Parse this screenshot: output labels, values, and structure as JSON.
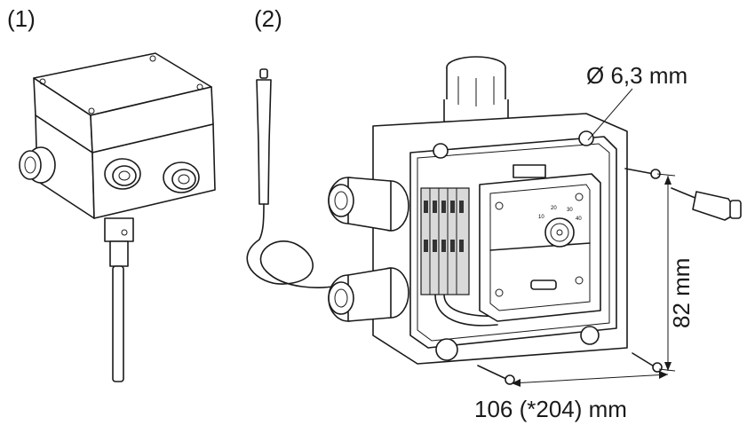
{
  "figure": {
    "view1_label": "(1)",
    "view2_label": "(2)",
    "diameter_label": "Ø 6,3 mm",
    "height_label": "82 mm",
    "width_label": "106 (*204) mm"
  }
}
